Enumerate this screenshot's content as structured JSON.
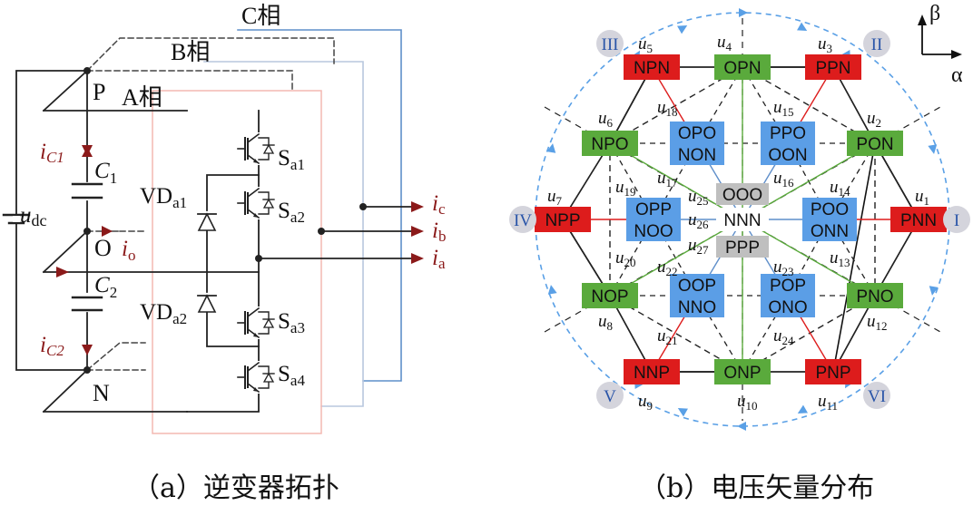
{
  "left": {
    "phase_labels": {
      "c": "C相",
      "b": "B相",
      "a": "A相"
    },
    "node_p": "P",
    "node_o": "O",
    "node_n": "N",
    "udc": {
      "base": "u",
      "sub": "dc"
    },
    "ic1": {
      "base": "i",
      "sub": "C1"
    },
    "ic2": {
      "base": "i",
      "sub": "C2"
    },
    "c1": {
      "base": "C",
      "sub": "1"
    },
    "c2": {
      "base": "C",
      "sub": "2"
    },
    "io": {
      "base": "i",
      "sub": "o"
    },
    "vd1": {
      "base": "VD",
      "sub": "a1"
    },
    "vd2": {
      "base": "VD",
      "sub": "a2"
    },
    "sa1": {
      "base": "S",
      "sub": "a1"
    },
    "sa2": {
      "base": "S",
      "sub": "a2"
    },
    "sa3": {
      "base": "S",
      "sub": "a3"
    },
    "sa4": {
      "base": "S",
      "sub": "a4"
    },
    "out_c": {
      "base": "i",
      "sub": "c"
    },
    "out_b": {
      "base": "i",
      "sub": "b"
    },
    "out_a": {
      "base": "i",
      "sub": "a"
    },
    "caption": "（a）逆变器拓扑"
  },
  "right": {
    "axis_beta": "β",
    "axis_alpha": "α",
    "sectors": [
      "I",
      "II",
      "III",
      "IV",
      "V",
      "VI"
    ],
    "large_vectors": [
      {
        "label": "PNN",
        "u": "1"
      },
      {
        "label": "PPN",
        "u": "3"
      },
      {
        "label": "NPN",
        "u": "5"
      },
      {
        "label": "NPP",
        "u": "7"
      },
      {
        "label": "NNP",
        "u": "9"
      },
      {
        "label": "PNP",
        "u": "11"
      }
    ],
    "medium_vectors": [
      {
        "label": "PON",
        "u": "2"
      },
      {
        "label": "OPN",
        "u": "4"
      },
      {
        "label": "NPO",
        "u": "6"
      },
      {
        "label": "NOP",
        "u": "8"
      },
      {
        "label": "ONP",
        "u": "10"
      },
      {
        "label": "PNO",
        "u": "12"
      }
    ],
    "small_vectors": [
      {
        "top": "POO",
        "bottom": "ONN",
        "u_top": "14",
        "u_bottom": "13"
      },
      {
        "top": "PPO",
        "bottom": "OON",
        "u_top": "15",
        "u_bottom": "16"
      },
      {
        "top": "OPO",
        "bottom": "NON",
        "u_top": "18",
        "u_bottom": "17"
      },
      {
        "top": "OPP",
        "bottom": "NOO",
        "u_top": "19",
        "u_bottom": "20"
      },
      {
        "top": "OOP",
        "bottom": "NNO",
        "u_top": "22",
        "u_bottom": "21"
      },
      {
        "top": "POP",
        "bottom": "ONO",
        "u_top": "23",
        "u_bottom": "24"
      }
    ],
    "zero_vectors": [
      {
        "label": "OOO",
        "u": "25"
      },
      {
        "label": "NNN",
        "u": "26"
      },
      {
        "label": "PPP",
        "u": "27"
      }
    ],
    "u_symbol": "u",
    "caption": "（b）电压矢量分布",
    "colors": {
      "large": "#dd1c1c",
      "medium": "#5aaa3c",
      "small": "#5b9ee6",
      "zero": "#bfbfbf",
      "dark_red": "#8b1a1a",
      "blue_line": "#5f8fca",
      "light_red": "#f4b9b2",
      "dashed_blue": "#5aa0e6"
    }
  }
}
